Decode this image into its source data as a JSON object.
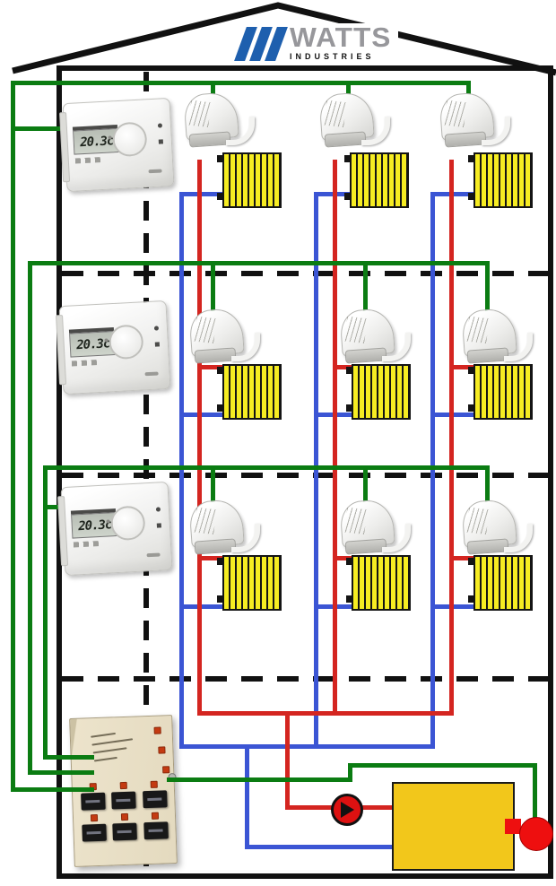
{
  "logo": {
    "brand": "WATTS",
    "sub": "INDUSTRIES"
  },
  "floors": [
    {
      "name": "floor-1",
      "thermostat_display": "20.3c",
      "radiator_count": 3
    },
    {
      "name": "floor-2",
      "thermostat_display": "20.3c",
      "radiator_count": 3
    },
    {
      "name": "floor-3",
      "thermostat_display": "20.3c",
      "radiator_count": 3
    }
  ],
  "components": {
    "thermostats": 3,
    "valve_actuators": 9,
    "radiators": 9,
    "control_panel": 1,
    "panel_modules": 6,
    "pump": 1,
    "boiler": 1,
    "burner": 1
  },
  "colors": {
    "green-wire": "#0b7c12",
    "hot-pipe": "#d42520",
    "cold-pipe": "#3b55d4",
    "radiator-yellow": "#f6ec22",
    "boiler-yellow": "#f2c71b",
    "pump-red": "#dd1111",
    "burner-red": "#ee0f0f",
    "panel-beige": "#e9e0c6",
    "logo-blue": "#1e5fae",
    "logo-gray": "#97979b"
  }
}
